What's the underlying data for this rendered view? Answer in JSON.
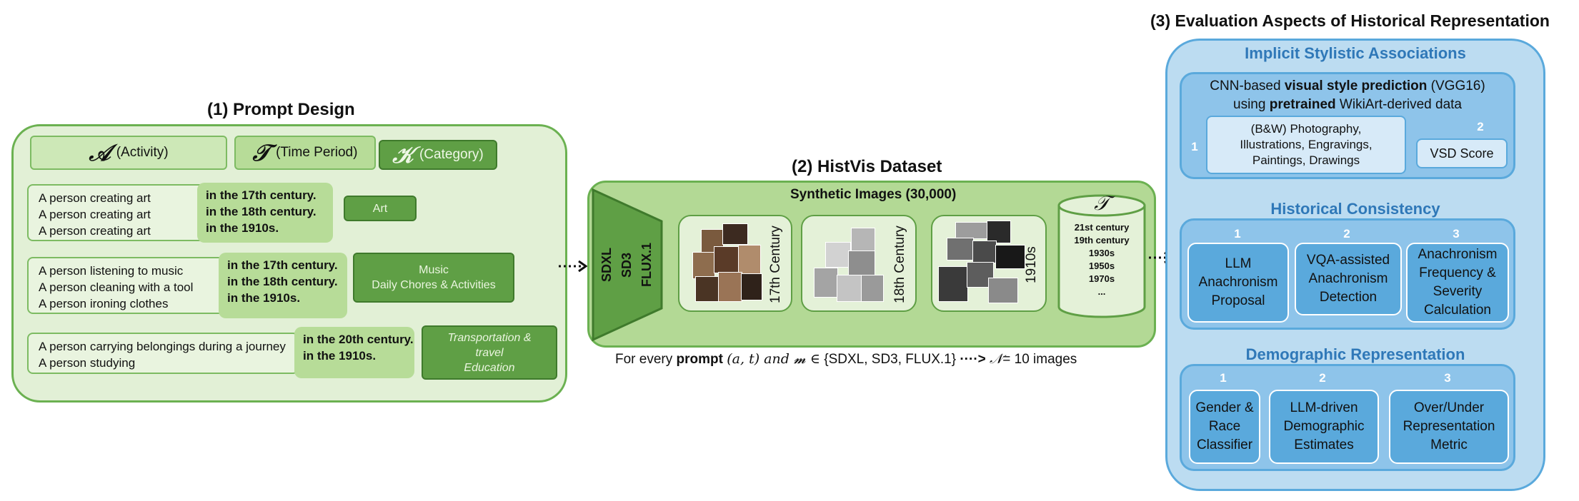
{
  "section1": {
    "title": "(1) Prompt Design",
    "header": {
      "activity_symbol": "𝒜",
      "activity_label": "(Activity)",
      "time_symbol": "𝒯",
      "time_label": "(Time Period)",
      "category_symbol": "𝒦",
      "category_label": "(Category)"
    },
    "groups": [
      {
        "activities": [
          "A person creating art",
          "A person creating art",
          "A person creating art"
        ],
        "times": [
          "in the 17th century.",
          "in the 18th century.",
          "in the 1910s."
        ],
        "categories": [
          "Art"
        ]
      },
      {
        "activities": [
          "A person listening to music",
          "A person cleaning with a tool",
          "A person ironing clothes"
        ],
        "times": [
          "in the 17th century.",
          "in the 18th century.",
          "in the 1910s."
        ],
        "categories": [
          "Music",
          "Daily Chores & Activities"
        ]
      },
      {
        "activities": [
          "A person carrying belongings during a journey",
          "A person studying"
        ],
        "times": [
          "in the 20th century.",
          "in the 1910s."
        ],
        "categories": [
          "Transportation &",
          "travel",
          "Education"
        ]
      }
    ]
  },
  "section2": {
    "title": "(2) HistVis Dataset",
    "subtitle": "Synthetic Images (30,000)",
    "models": [
      "SDXL",
      "SD3",
      "FLUX.1"
    ],
    "cards": [
      {
        "label": "17th Century"
      },
      {
        "label": "18th Century"
      },
      {
        "label": "1910s"
      }
    ],
    "time_symbol": "𝒯",
    "time_list": [
      "21st century",
      "19th century",
      "1930s",
      "1950s",
      "1970s",
      "..."
    ],
    "footer": {
      "pre": "For every ",
      "bold": "prompt",
      "formula": "(𝑎, 𝑡) and 𝓶 ∈",
      "models": "{SDXL, SD3, FLUX.1}",
      "arrow": "····>",
      "n_symbol": "𝒩",
      "result": "= 10 images"
    },
    "colors": {
      "primary": "#5f9f45",
      "light": "#b3d995"
    }
  },
  "section3": {
    "title": "(3) Evaluation Aspects of Historical Representation",
    "implicit": {
      "heading": "Implicit Stylistic Associations",
      "line1_pre": "CNN-based ",
      "line1_bold": "visual style prediction",
      "line1_post": " (VGG16)",
      "line2_pre": "using ",
      "line2_bold": "pretrained",
      "line2_post": " WikiArt-derived data",
      "box1_num": "1",
      "box1_text": "(B&W) Photography, Illustrations, Engravings, Paintings, Drawings",
      "box2_num": "2",
      "box2_text": "VSD Score"
    },
    "historical": {
      "heading": "Historical Consistency",
      "tiles": [
        {
          "num": "1",
          "text": "LLM Anachronism Proposal"
        },
        {
          "num": "2",
          "text": "VQA-assisted Anachronism Detection"
        },
        {
          "num": "3",
          "text": "Anachronism Frequency & Severity Calculation"
        }
      ]
    },
    "demographic": {
      "heading": "Demographic Representation",
      "tiles": [
        {
          "num": "1",
          "text": "Gender & Race Classifier"
        },
        {
          "num": "2",
          "text": "LLM-driven Demographic Estimates"
        },
        {
          "num": "3",
          "text": "Over/Under Representation Metric"
        }
      ]
    },
    "colors": {
      "primary": "#5aa9dc",
      "heading": "#2f78b8"
    }
  }
}
